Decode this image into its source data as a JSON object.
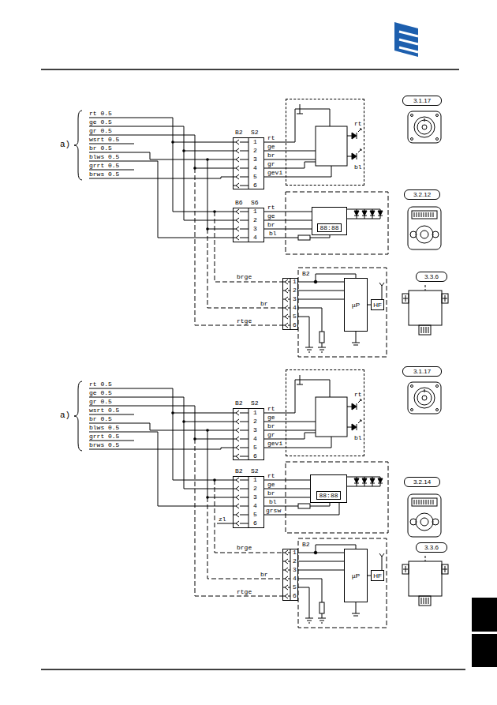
{
  "diagram": {
    "nodes": [
      {
        "text": [
          "B2",
          "S2"
        ]
      },
      {
        "text": [
          "rt",
          "bl"
        ]
      },
      {
        "text": [
          "3.1.17"
        ]
      },
      {
        "text": [
          "B6",
          "S6"
        ]
      },
      {
        "text": [
          "88:88"
        ]
      },
      {
        "text": [
          "3.2.12"
        ]
      },
      {
        "text": [
          "B2"
        ]
      },
      {
        "text": [
          "µP"
        ]
      },
      {
        "text": [
          "HF"
        ]
      },
      {
        "text": [
          "3.3.6"
        ]
      },
      {
        "text": [
          "B2",
          "S2"
        ]
      },
      {
        "text": [
          "rt",
          "bl"
        ]
      },
      {
        "text": [
          "3.1.17"
        ]
      },
      {
        "text": [
          "B2",
          "S2"
        ]
      },
      {
        "text": [
          "88:88"
        ]
      },
      {
        "text": [
          "3.2.14"
        ]
      },
      {
        "text": [
          "B2"
        ]
      },
      {
        "text": [
          "µP"
        ]
      },
      {
        "text": [
          "HF"
        ]
      },
      {
        "text": [
          "3.3.6"
        ]
      }
    ],
    "edges": [
      {
        "from": 0,
        "to": 1,
        "arrow": "none",
        "label": "rt"
      },
      {
        "from": 0,
        "to": 1,
        "arrow": "none",
        "label": "ge"
      },
      {
        "from": 0,
        "to": 1,
        "arrow": "none",
        "label": "br"
      },
      {
        "from": 0,
        "to": 1,
        "arrow": "none",
        "label": "gr"
      },
      {
        "from": 0,
        "to": 1,
        "arrow": "none",
        "label": "gevi"
      },
      {
        "from": 3,
        "to": 4,
        "arrow": "none",
        "label": "rt"
      },
      {
        "from": 3,
        "to": 4,
        "arrow": "none",
        "label": "ge"
      },
      {
        "from": 3,
        "to": 4,
        "arrow": "none",
        "label": "br"
      },
      {
        "from": 6,
        "to": 7,
        "arrow": "none"
      },
      {
        "from": 6,
        "to": 7,
        "arrow": "none"
      },
      {
        "from": 6,
        "to": 7,
        "arrow": "none"
      },
      {
        "from": 7,
        "to": 8,
        "arrow": "none"
      },
      {
        "from": 10,
        "to": 11,
        "arrow": "none",
        "label": "rt"
      },
      {
        "from": 10,
        "to": 11,
        "arrow": "none",
        "label": "ge"
      },
      {
        "from": 10,
        "to": 11,
        "arrow": "none",
        "label": "br"
      },
      {
        "from": 10,
        "to": 11,
        "arrow": "none",
        "label": "gr"
      },
      {
        "from": 10,
        "to": 11,
        "arrow": "none",
        "label": "gevi"
      },
      {
        "from": 13,
        "to": 14,
        "arrow": "none",
        "label": "rt"
      },
      {
        "from": 13,
        "to": 14,
        "arrow": "none",
        "label": "ge"
      },
      {
        "from": 13,
        "to": 14,
        "arrow": "none",
        "label": "br"
      },
      {
        "from": 16,
        "to": 17,
        "arrow": "none"
      },
      {
        "from": 16,
        "to": 17,
        "arrow": "none"
      },
      {
        "from": 16,
        "to": 17,
        "arrow": "none"
      },
      {
        "from": 17,
        "to": 18,
        "arrow": "none"
      }
    ],
    "labels": [
      "a)",
      "rt 0.5",
      "ge 0.5",
      "gr 0.5",
      "wsrt 0.5",
      "br 0.5",
      "blws 0.5",
      "grrt 0.5",
      "brws 0.5",
      "1",
      "2",
      "3",
      "4",
      "5",
      "6",
      "1",
      "2",
      "3",
      "4",
      "bl",
      "1",
      "2",
      "3",
      "4",
      "5",
      "6",
      "brge",
      "br",
      "rtge",
      "a)",
      "rt 0.5",
      "ge 0.5",
      "gr 0.5",
      "wsrt 0.5",
      "br 0.5",
      "blws 0.5",
      "grrt 0.5",
      "brws 0.5",
      "1",
      "2",
      "3",
      "4",
      "5",
      "6",
      "1",
      "2",
      "3",
      "4",
      "5",
      "6",
      "bl",
      "grsw",
      "zl",
      "1",
      "2",
      "3",
      "4",
      "5",
      "6",
      "brge",
      "br",
      "rtge"
    ]
  }
}
